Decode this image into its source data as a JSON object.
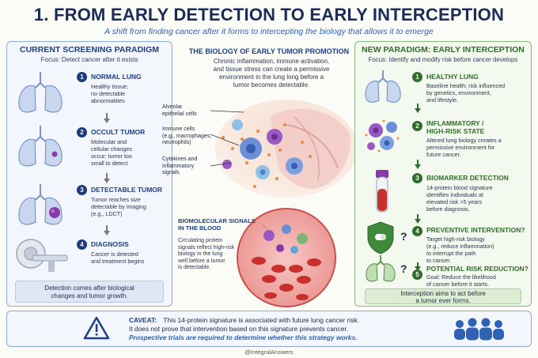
{
  "title": "1. FROM EARLY DETECTION TO EARLY INTERCEPTION",
  "subtitle": "A shift from finding cancer after it forms to intercepting the biology that allows it to emerge",
  "left_panel": {
    "heading": "CURRENT SCREENING PARADIGM",
    "focus": "Focus: Detect cancer after it exists",
    "stages": [
      {
        "num": "1",
        "title": "NORMAL LUNG",
        "desc": "Healthy tissue;\nno detectable\nabnormalities",
        "icon": "healthy-lungs-icon"
      },
      {
        "num": "2",
        "title": "OCCULT TUMOR",
        "desc": "Molecular and\ncellular changes\noccur; tumor too\nsmall to detect",
        "icon": "occult-tumor-lungs-icon"
      },
      {
        "num": "3",
        "title": "DETECTABLE TUMOR",
        "desc": "Tumor reaches size\ndetectable by imaging\n(e.g., LDCT)",
        "icon": "tumor-lungs-icon"
      },
      {
        "num": "4",
        "title": "DIAGNOSIS",
        "desc": "Cancer is detected\nand treatment begins",
        "icon": "ct-scanner-icon"
      }
    ],
    "footer": "Detection comes after biological\nchanges and tumor growth."
  },
  "middle": {
    "heading": "THE BIOLOGY OF EARLY TUMOR PROMOTION",
    "desc": "Chronic inflammation, immune activation,\nand tissue stress can create a permissive\nenvironment in the lung long before a\ntumor becomes detectable.",
    "labels": {
      "alveolar": "Alveolar\nepithelial cells",
      "immune": "Immune cells\n(e.g., macrophages,\nneutrophils)",
      "cytokines": "Cytokines and\ninflammatory\nsignals"
    },
    "bio_title": "BIOMOLECULAR SIGNALS\nIN THE BLOOD",
    "bio_desc": "Circulating protein\nsignals reflect high-risk\nbiology in the lung\nwell before a tumor\nis detectable."
  },
  "right_panel": {
    "heading": "NEW PARADIGM: EARLY INTERCEPTION",
    "focus": "Focus: Identify and modify risk before cancer develops",
    "stages": [
      {
        "num": "1",
        "title": "HEALTHY LUNG",
        "desc": "Baseline health; risk influenced\nby genetics, environment,\nand lifestyle.",
        "icon": "healthy-lungs-icon"
      },
      {
        "num": "2",
        "title": "INFLAMMATORY /\nHIGH-RISK STATE",
        "desc": "Altered lung biology creates a\npermissive environment for\nfuture cancer.",
        "icon": "inflammatory-cells-icon"
      },
      {
        "num": "3",
        "title": "BIOMARKER DETECTION",
        "desc": "14-protein blood signature\nidentifies individuals at\nelevated risk >5 years\nbefore diagnosis.",
        "icon": "blood-tube-icon"
      },
      {
        "num": "4",
        "title": "PREVENTIVE INTERVENTION?",
        "desc": "Target high-risk biology\n(e.g., reduce inflammation)\nto interrupt the path\nto cancer.",
        "icon": "shield-pill-icon"
      },
      {
        "num": "5",
        "title": "POTENTIAL RISK REDUCTION?",
        "desc": "Goal: Reduce the likelihood\nof cancer before it starts.",
        "icon": "green-lungs-icon"
      }
    ],
    "question_mark": "?",
    "footer": "Interception aims to act before\na tumor ever forms."
  },
  "caveat": {
    "label": "CAVEAT:",
    "line1": "This 14-protein signature is associated with future lung cancer risk.",
    "line2": "It does not prove that intervention based on this signature prevents cancer.",
    "line3": "Prospective trials are required to determine whether this strategy works."
  },
  "credit": "@IntegralAnswers",
  "colors": {
    "navy": "#1a2c57",
    "blue": "#1d3f86",
    "green": "#2f6e2a",
    "tumor": "#8a3aa8"
  }
}
